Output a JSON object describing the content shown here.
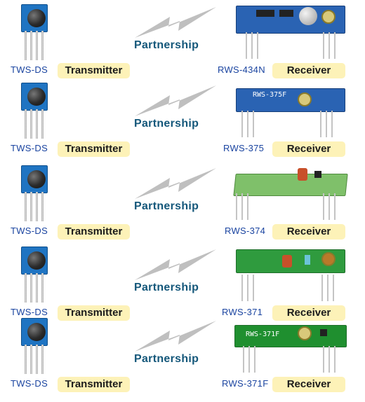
{
  "colors": {
    "tx_board": "#1f74c2",
    "pill_bg": "#fdf2b8",
    "bolt": "#bfbfbf",
    "partnership_text": "#14577a",
    "model_text": "#1a44a0"
  },
  "rows": [
    {
      "tx_model": "TWS-DS",
      "tx_label": "Transmitter",
      "link": "Partnership",
      "rx_model": "RWS-434N",
      "rx_label": "Receiver",
      "rx_silk": ""
    },
    {
      "tx_model": "TWS-DS",
      "tx_label": "Transmitter",
      "link": "Partnership",
      "rx_model": "RWS-375",
      "rx_label": "Receiver",
      "rx_silk": "RWS-375F"
    },
    {
      "tx_model": "TWS-DS",
      "tx_label": "Transmitter",
      "link": "Partnership",
      "rx_model": "RWS-374",
      "rx_label": "Receiver",
      "rx_silk": ""
    },
    {
      "tx_model": "TWS-DS",
      "tx_label": "Transmitter",
      "link": "Partnership",
      "rx_model": "RWS-371",
      "rx_label": "Receiver",
      "rx_silk": ""
    },
    {
      "tx_model": "TWS-DS",
      "tx_label": "Transmitter",
      "link": "Partnership",
      "rx_model": "RWS-371F",
      "rx_label": "Receiver",
      "rx_silk": "RWS-371F"
    }
  ]
}
